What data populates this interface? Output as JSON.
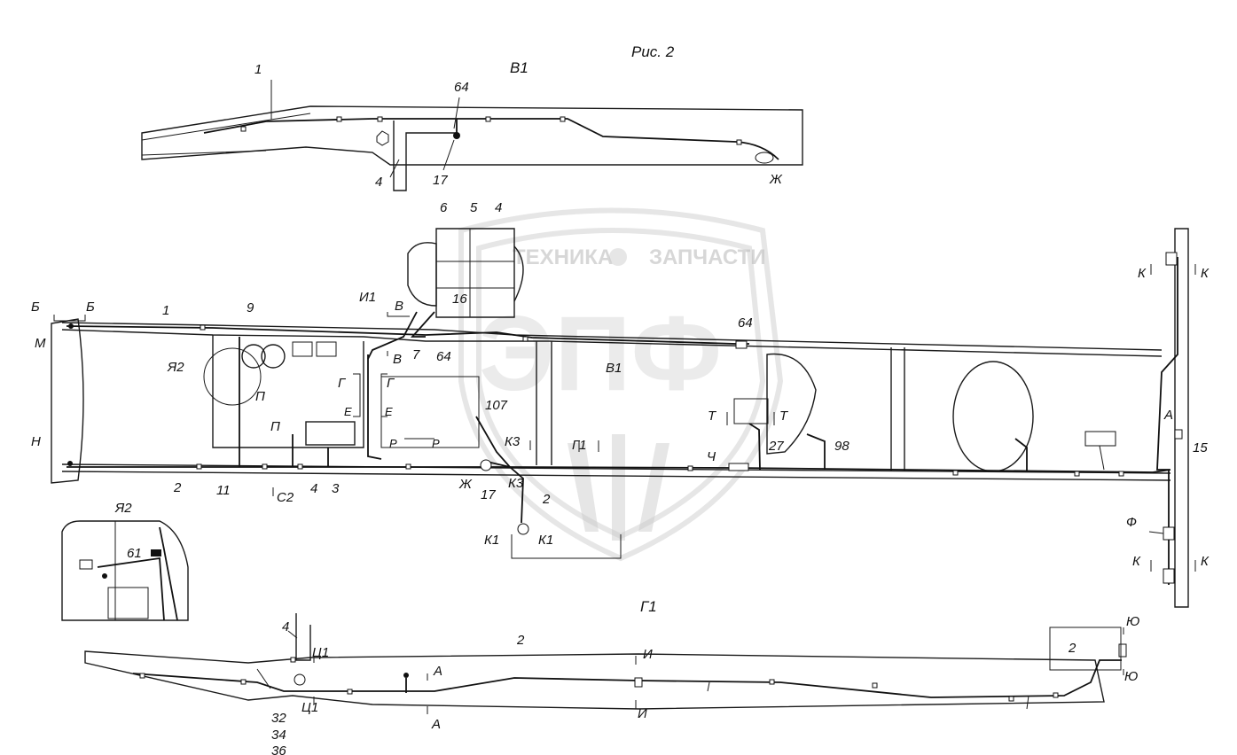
{
  "figure": {
    "title": "Рис. 2",
    "view_labels": {
      "top": "В1",
      "bottom": "Г1",
      "inset": "Я2"
    }
  },
  "watermark": {
    "left": "ТЕХНИКА",
    "right": "ЗАПЧАСТИ",
    "big": "ЭПФ"
  },
  "labels": {
    "v1_1": "1",
    "v1_64": "64",
    "v1_4": "4",
    "v1_17": "17",
    "v1_zh": "Ж",
    "m6": "6",
    "m5": "5",
    "m4": "4",
    "m16": "16",
    "mI1": "И1",
    "mV_top": "В",
    "mV_bot": "В",
    "m7": "7",
    "m64a": "64",
    "m64b": "64",
    "mB1": "В1",
    "m9": "9",
    "mYa2": "Я2",
    "mB_left": "Б",
    "mB_right": "Б",
    "m1": "1",
    "mM": "М",
    "mN": "Н",
    "mG_left": "Г",
    "mG_right": "Г",
    "mE_left": "Е",
    "mE_right": "Е",
    "mP_left": "П",
    "mP_right": "П",
    "mR_left": "Р",
    "mR_right": "Р",
    "m107": "107",
    "mK3a": "К3",
    "mK3b": "К3",
    "mG1": "Г1",
    "mCh": "Ч",
    "mT_left": "Т",
    "mT_right": "Т",
    "m27": "27",
    "m98": "98",
    "m2a": "2",
    "m11": "11",
    "mS2": "С2",
    "m4b": "4",
    "m3": "3",
    "mZh": "Ж",
    "m17": "17",
    "m2b": "2",
    "mK1_left": "К1",
    "mK1_right": "К1",
    "mK_tl": "К",
    "mK_tr": "К",
    "mA": "А",
    "m15": "15",
    "mF": "Ф",
    "mK_bl": "К",
    "mK_br": "К",
    "inset_61": "61",
    "g1_4": "4",
    "g1_C1_top": "Ц1",
    "g1_C1_bot": "Ц1",
    "g1_32": "32",
    "g1_34": "34",
    "g1_36": "36",
    "g1_A_top": "А",
    "g1_A_bot": "А",
    "g1_2a": "2",
    "g1_I_top": "И",
    "g1_I_bot": "И",
    "g1_2b": "2",
    "g1_Yu_top": "Ю",
    "g1_Yu_bot": "Ю"
  }
}
